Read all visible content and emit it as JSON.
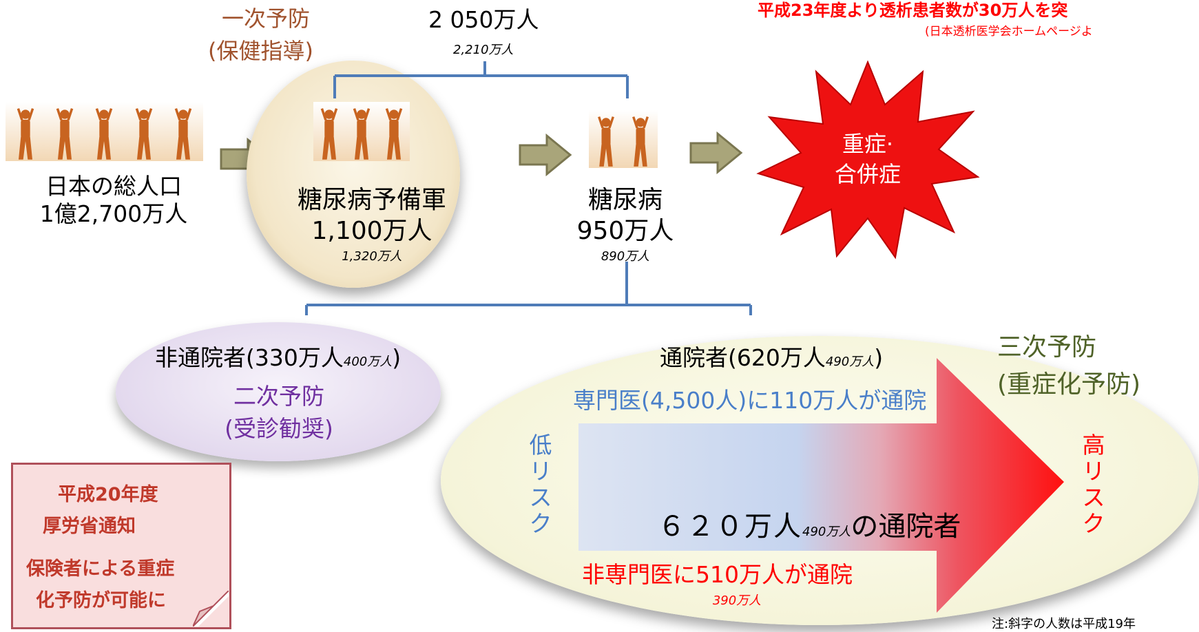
{
  "header": {
    "notice_line1": "平成23年度より透析患者数が30万人を突",
    "notice_line2": "(日本透析医学会ホームページよ"
  },
  "primary_prevention": {
    "line1": "一次予防",
    "line2": "(保健指導)"
  },
  "total_prediabetes_diabetes": {
    "value": "2 050万人",
    "old_value": "2,210万人"
  },
  "population": {
    "line1": "日本の総人口",
    "line2": "1億2,700万人"
  },
  "prediabetes": {
    "label": "糖尿病予備軍",
    "value": "1,100万人",
    "old_value": "1,320万人"
  },
  "diabetes": {
    "label": "糖尿病",
    "value": "950万人",
    "old_value": "890万人"
  },
  "complications": {
    "line1": "重症·",
    "line2": "合併症"
  },
  "non_visiting": {
    "label": "非通院者(330万人",
    "old_value": "400万人",
    "close": ")",
    "prevention_line1": "二次予防",
    "prevention_line2": "(受診勧奨)"
  },
  "visiting": {
    "label": "通院者(620万人",
    "old_value": "490万人",
    "close": ")",
    "specialist": "専門医(4,500人)に110万人が通院",
    "summary_value": "６２０万人",
    "summary_old": "490万人",
    "summary_tail": "の通院者",
    "non_specialist": "非専門医に510万人が通院",
    "non_specialist_old": "390万人",
    "low_risk": [
      "低",
      "リ",
      "ス",
      "ク"
    ],
    "high_risk": [
      "高",
      "リ",
      "ス",
      "ク"
    ]
  },
  "tertiary_prevention": {
    "line1": "三次予防",
    "line2": "(重症化予防)"
  },
  "notice_box": {
    "line1": "平成20年度",
    "line2": "厚労省通知",
    "line3": "保険者による重症",
    "line4": "化予防が可能に"
  },
  "footnote": "注:斜字の人数は平成19年",
  "colors": {
    "brown_text": "#a0522d",
    "connector": "#4f7cb8",
    "arrow_fill": "#a9a57a",
    "arrow_stroke": "#7a7650",
    "starburst": "#ee1111",
    "purple_text": "#7030a0",
    "blue_text": "#4a7fc9",
    "red_text": "#ff0000",
    "green_text": "#4f6228",
    "notice_box_border": "#b0505a",
    "notice_box_text": "#c0392b"
  }
}
